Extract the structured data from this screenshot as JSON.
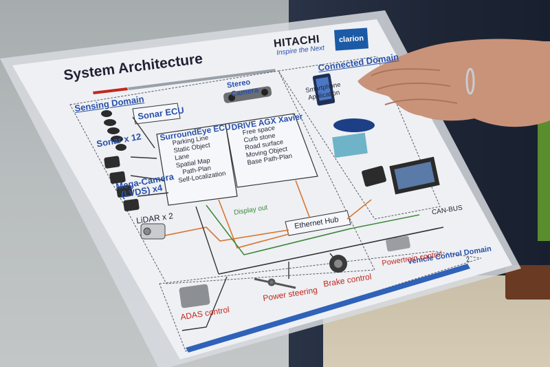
{
  "slide": {
    "title": "System Architecture",
    "logo": "HITACHI",
    "tagline": "Inspire the Next",
    "brand_badge": "clarion",
    "page_number": "2"
  },
  "domains": {
    "sensing": "Sensing Domain",
    "connected": "Connected Domain",
    "vehicle_control": "Vehicle Control Domain"
  },
  "sensors": {
    "sonar": "Sonar x 12",
    "mega_camera_1": "Mega-Camera",
    "mega_camera_2": "(LVDS) x4",
    "lidar": "LiDAR x 2",
    "stereo_1": "Stereo",
    "stereo_2": "Camera"
  },
  "ecus": {
    "sonar_ecu": "Sonar ECU",
    "surroundeye": {
      "title": "SurroundEye ECU",
      "items": [
        "Parking Line",
        "Static Object",
        "Lane",
        "Spatial Map",
        "Path-Plan",
        "Self-Localization"
      ]
    },
    "drive": {
      "title": "DRIVE AGX Xavier",
      "items": [
        "Free space",
        "Curb stone",
        "Road surface",
        "Moving Object",
        "Base Path-Plan"
      ]
    },
    "ethernet_hub": "Ethernet Hub",
    "display_out": "Display out",
    "can_bus": "CAN-BUS"
  },
  "connected": {
    "smartphone_1": "Smartphone",
    "smartphone_2": "Application"
  },
  "controls": {
    "adas": "ADAS control",
    "steering": "Power steering",
    "brake": "Brake control",
    "powertrain": "Powertrain control"
  },
  "colors": {
    "slide_bg": "#e8ebf0",
    "accent_blue": "#2950a8",
    "accent_red": "#c2281c",
    "wire_orange": "#d9742a",
    "wire_green": "#3f8a3a",
    "jacket": "#1e2636"
  }
}
